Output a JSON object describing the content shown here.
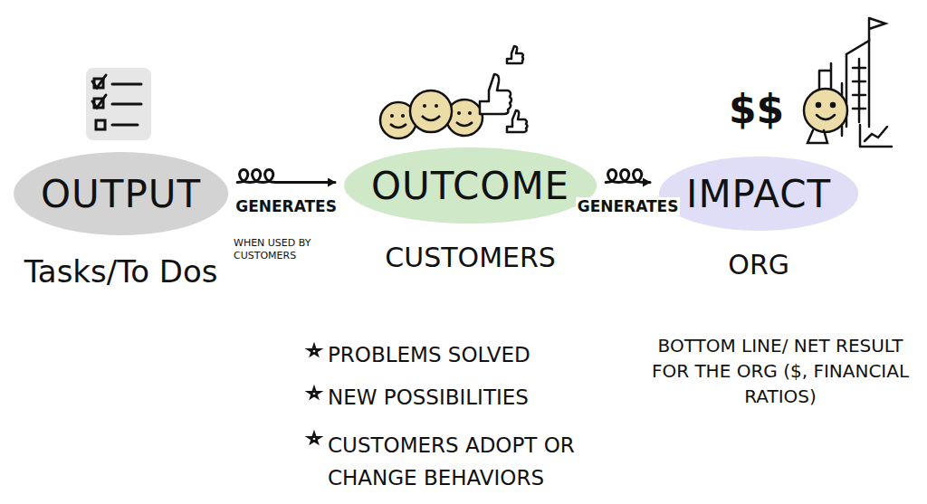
{
  "diagram": {
    "nodes": [
      {
        "text": [
          "OUTPUT",
          "Tasks/To Dos"
        ]
      },
      {
        "text": [
          "OUTCOME",
          "CUSTOMERS"
        ]
      },
      {
        "text": [
          "IMPACT",
          "ORG"
        ]
      }
    ],
    "edges": [
      {
        "from": 0,
        "to": 1,
        "arrow": "to",
        "label": "GENERATES"
      },
      {
        "from": 1,
        "to": 2,
        "arrow": "to",
        "label": "GENERATES"
      }
    ],
    "labels": [
      "WHEN USED BY CUSTOMERS",
      "$$",
      "PROBLEMS SOLVED",
      "NEW POSSIBILITIES",
      "CUSTOMERS ADOPT OR CHANGE BEHAVIORS",
      "BOTTOM LINE/ NET RESULT FOR THE ORG ($, FINANCIAL RATIOS)"
    ]
  }
}
